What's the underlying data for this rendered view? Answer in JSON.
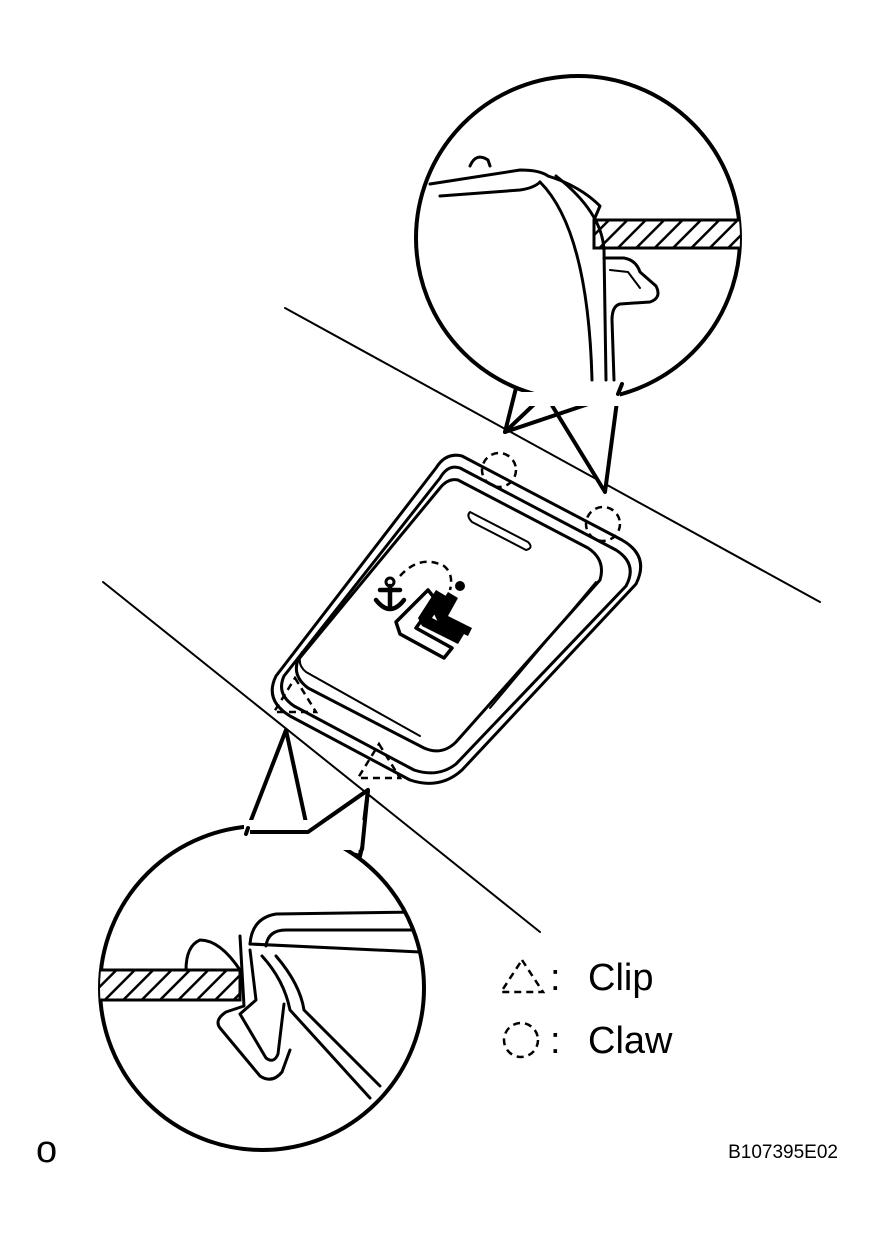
{
  "legend": {
    "clip_label": "Clip",
    "claw_label": "Claw",
    "separator": ":"
  },
  "figure": {
    "index_mark": "o",
    "code": "B107395E02"
  },
  "icons": {
    "clip_symbol": "dashed-triangle-icon",
    "claw_symbol": "dashed-circle-icon",
    "cover_symbol": "child-seat-anchor-icon"
  }
}
